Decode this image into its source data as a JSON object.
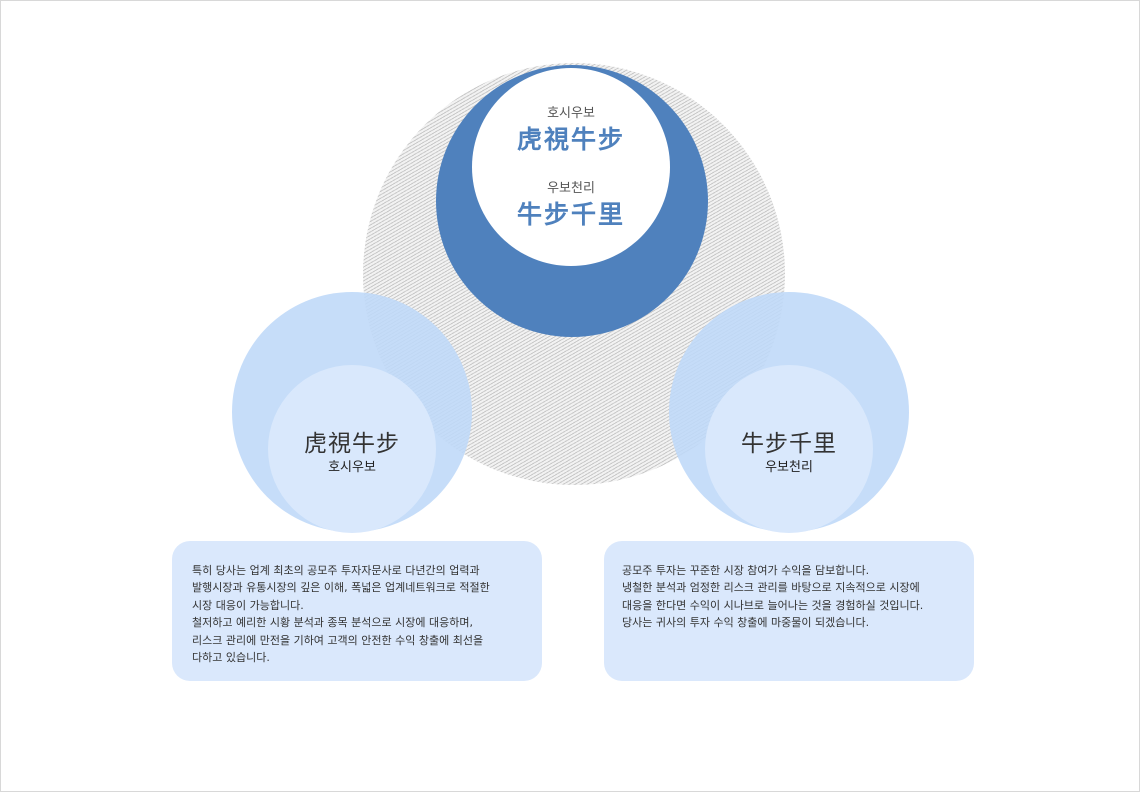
{
  "top_circle": {
    "line1_korean": "호시우보",
    "line1_hanja": "虎視牛步",
    "line2_korean": "우보천리",
    "line2_hanja": "牛步千里"
  },
  "left_circle": {
    "hanja": "虎視牛步",
    "korean": "호시우보"
  },
  "right_circle": {
    "hanja": "牛步千里",
    "korean": "우보천리"
  },
  "left_box": {
    "lines": [
      "특히 당사는 업계 최초의 공모주 투자자문사로 다년간의 업력과",
      "발행시장과 유통시장의 깊은 이해,  폭넓은 업계네트워크로 적절한",
      "시장 대응이 가능합니다.",
      "철저하고 예리한 시황 분석과 종목 분석으로 시장에 대응하며,",
      "리스크 관리에 만전을 기하여 고객의 안전한 수익 창출에 최선을",
      "다하고 있습니다."
    ]
  },
  "right_box": {
    "lines": [
      "공모주 투자는 꾸준한 시장 참여가 수익을 담보합니다.",
      "냉철한 분석과 엄정한 리스크 관리를 바탕으로 지속적으로 시장에",
      "대응을 한다면 수익이 시나브로 늘어나는 것을 경험하실 것입니다.",
      "당사는 귀사의 투자 수익 창출에 마중물이 되겠습니다."
    ]
  },
  "colors": {
    "accent_blue": "#4f81bd",
    "light_blue": "#bed8f8",
    "pale_blue": "#dae8fc",
    "hatch_gray": "#c9c9c9"
  }
}
